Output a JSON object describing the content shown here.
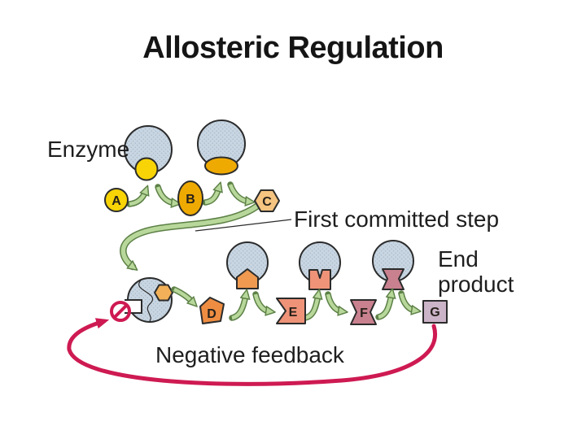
{
  "slide": {
    "title": "Allosteric Regulation"
  },
  "labels": {
    "enzyme": "Enzyme",
    "first_committed_step": "First committed step",
    "end_product_line1": "End",
    "end_product_line2": "product",
    "negative_feedback": "Negative feedback"
  },
  "molecules": [
    {
      "id": "A",
      "label": "A",
      "shape": "circle",
      "color": "#f8d406"
    },
    {
      "id": "B",
      "label": "B",
      "shape": "ellipse",
      "color": "#efaa02"
    },
    {
      "id": "C",
      "label": "C",
      "shape": "hexagon",
      "color": "#f5c480"
    },
    {
      "id": "D",
      "label": "D",
      "shape": "pentagon",
      "color": "#ee8d42"
    },
    {
      "id": "E",
      "label": "E",
      "shape": "notched-square",
      "color": "#ee9378"
    },
    {
      "id": "F",
      "label": "F",
      "shape": "bowtie",
      "color": "#c9818f"
    },
    {
      "id": "G",
      "label": "G",
      "shape": "square",
      "color": "#ccb4c8"
    }
  ],
  "icons": {
    "inhibition_icon": "⊘"
  },
  "colors": {
    "enzyme_fill": "#c9d6e2",
    "enzyme_dot": "#aabccd",
    "outline": "#2b2b2b",
    "arrow_green": "#b8d79a",
    "arrow_green_dark": "#5c8046",
    "feedback_red": "#ce1a52",
    "site_yellow": "#f8d406",
    "site_gold": "#efaa02",
    "site_orange_hex": "#f2b158",
    "site_pentagon": "#ef9a50",
    "site_notch": "#ee9378",
    "site_bowtie": "#c9818f",
    "text": "#1e1e1e"
  }
}
